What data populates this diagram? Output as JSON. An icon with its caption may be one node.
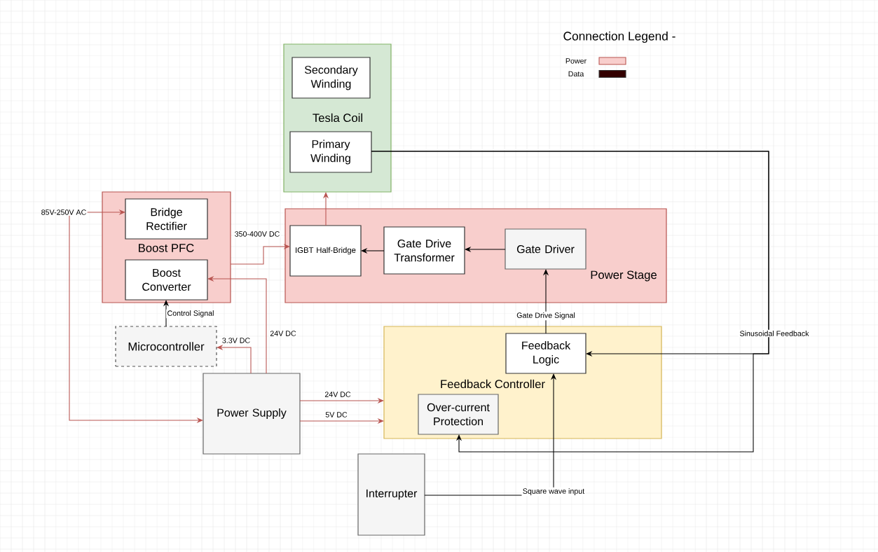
{
  "diagram": {
    "nodes": [
      {
        "text": [
          "Tesla Coil"
        ]
      },
      {
        "text": [
          "Secondary Winding"
        ],
        "in": 0
      },
      {
        "text": [
          "Primary Winding"
        ],
        "in": 0
      },
      {
        "text": [
          "Boost PFC"
        ]
      },
      {
        "text": [
          "Bridge Rectifier"
        ],
        "in": 3
      },
      {
        "text": [
          "Boost Converter"
        ],
        "in": 3
      },
      {
        "text": [
          "Power Stage"
        ]
      },
      {
        "text": [
          "IGBT Half-Bridge"
        ],
        "in": 6
      },
      {
        "text": [
          "Gate Drive Transformer"
        ],
        "in": 6
      },
      {
        "text": [
          "Gate Driver"
        ],
        "in": 6
      },
      {
        "text": [
          "Microcontroller"
        ]
      },
      {
        "text": [
          "Power Supply"
        ]
      },
      {
        "text": [
          "Feedback Controller"
        ]
      },
      {
        "text": [
          "Feedback Logic"
        ],
        "in": 12
      },
      {
        "text": [
          "Over-current Protection"
        ],
        "in": 12
      },
      {
        "text": [
          "Interrupter"
        ]
      },
      {
        "text": [
          "85V-250V AC"
        ]
      }
    ],
    "edges": [
      {
        "from": 16,
        "to": 4,
        "arrow": "to",
        "color": "#b85450"
      },
      {
        "from": 16,
        "to": 11,
        "arrow": "to",
        "color": "#b85450"
      },
      {
        "from": 3,
        "to": 7,
        "arrow": "to",
        "label": "350-400V DC",
        "color": "#b85450"
      },
      {
        "from": 7,
        "to": 0,
        "arrow": "to",
        "color": "#b85450"
      },
      {
        "from": 8,
        "to": 7,
        "arrow": "to",
        "color": "#000000"
      },
      {
        "from": 9,
        "to": 8,
        "arrow": "to",
        "color": "#000000"
      },
      {
        "from": 13,
        "to": 9,
        "arrow": "to",
        "label": "Gate Drive Signal",
        "color": "#000000"
      },
      {
        "from": 10,
        "to": 5,
        "arrow": "to",
        "label": "Control Signal",
        "color": "#000000"
      },
      {
        "from": 11,
        "to": 10,
        "arrow": "to",
        "label": "3.3V DC",
        "color": "#b85450"
      },
      {
        "from": 11,
        "to": 5,
        "arrow": "to",
        "label": "24V DC",
        "color": "#b85450"
      },
      {
        "from": 11,
        "to": 12,
        "arrow": "to",
        "label": "24V DC",
        "color": "#b85450"
      },
      {
        "from": 11,
        "to": 12,
        "arrow": "to",
        "label": "5V DC",
        "color": "#b85450"
      },
      {
        "from": 15,
        "to": 13,
        "arrow": "to",
        "label": "Square wave input",
        "color": "#000000"
      },
      {
        "from": 2,
        "to": 13,
        "arrow": "to",
        "label": "Sinusoidal Feedback",
        "color": "#000000"
      },
      {
        "from": 2,
        "to": 14,
        "arrow": "to",
        "color": "#000000"
      }
    ],
    "labels": [
      "Connection Legend -"
    ],
    "legend": [
      {
        "text": "Power",
        "color": "#f8cecc"
      },
      {
        "text": "Data",
        "color": "#330000"
      }
    ]
  }
}
